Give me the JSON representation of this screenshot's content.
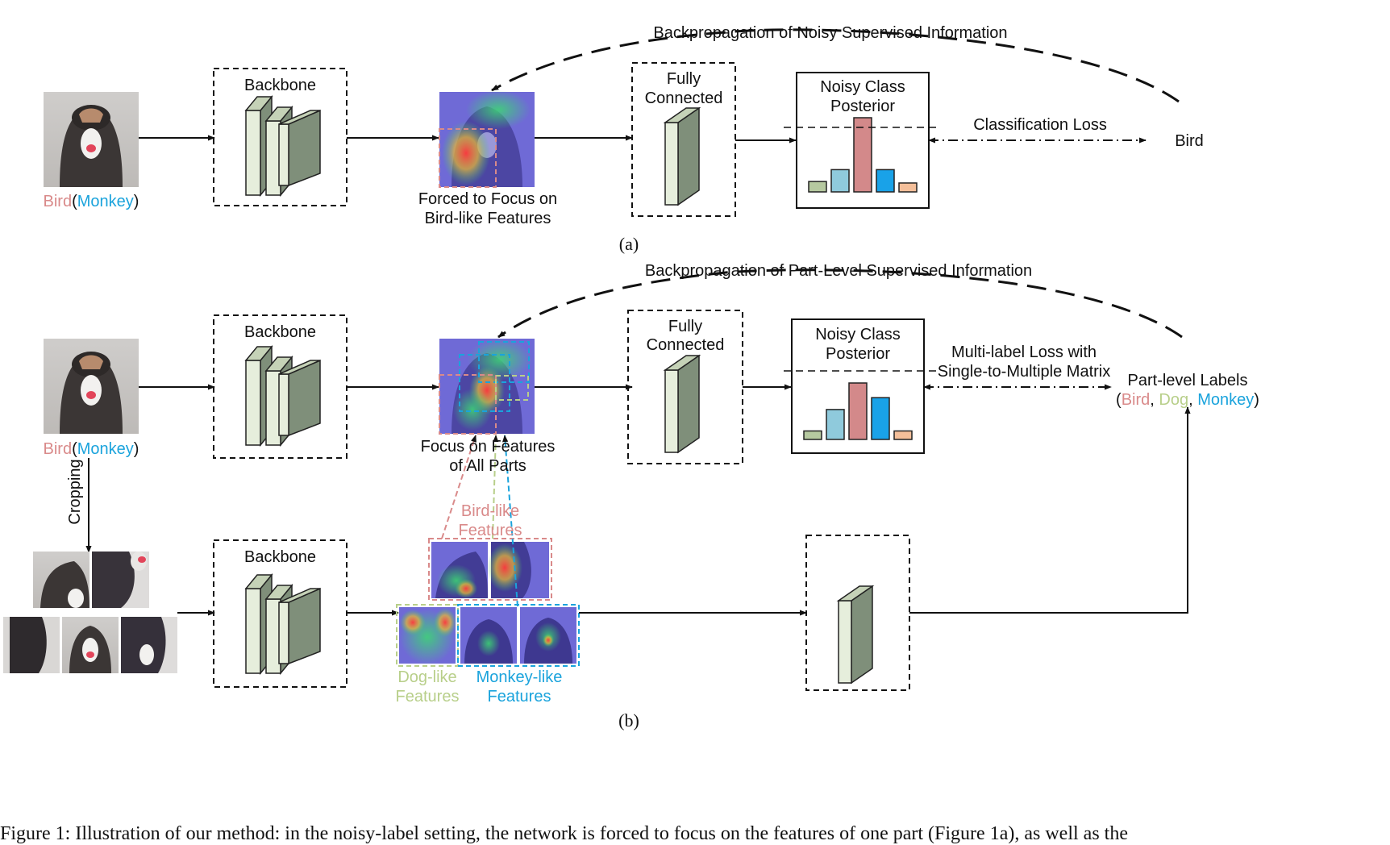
{
  "panel_a": {
    "input_label": {
      "bird": "Bird",
      "open": "(",
      "monkey": "Monkey",
      "close": ")"
    },
    "backbone": "Backbone",
    "fc_line1": "Fully",
    "fc_line2": "Connected",
    "feature_caption_line1": "Forced to Focus on",
    "feature_caption_line2": "Bird-like Features",
    "posterior_line1": "Noisy Class",
    "posterior_line2": "Posterior",
    "loss": "Classification Loss",
    "target": "Bird",
    "backprop": "Backpropagation of Noisy Supervised Information",
    "sublabel": "(a)"
  },
  "panel_b": {
    "input_label": {
      "bird": "Bird",
      "open": "(",
      "monkey": "Monkey",
      "close": ")"
    },
    "cropping": "Cropping",
    "backbone": "Backbone",
    "fc_line1": "Fully",
    "fc_line2": "Connected",
    "feature_caption_line1": "Focus on Features",
    "feature_caption_line2": "of All Parts",
    "posterior_line1": "Noisy Class",
    "posterior_line2": "Posterior",
    "loss_line1": "Multi-label Loss with",
    "loss_line2": "Single-to-Multiple Matrix",
    "target_title": "Part-level Labels",
    "target_labels": {
      "open": "(",
      "bird": "Bird",
      "sep1": ", ",
      "dog": "Dog",
      "sep2": ", ",
      "monkey": "Monkey",
      "close": ")"
    },
    "backprop": "Backpropagation of Part-Level Supervised Information",
    "bird_like_line1": "Bird-like",
    "bird_like_line2": "Features",
    "dog_like_line1": "Dog-like",
    "dog_like_line2": "Features",
    "monkey_like_line1": "Monkey-like",
    "monkey_like_line2": "Features",
    "sublabel": "(b)"
  },
  "caption_text": "Figure 1: Illustration of our method: in the noisy-label setting, the network is forced to focus on the features of one part (Figure 1a), as well as the",
  "colors": {
    "bird": "#d98a8a",
    "dog": "#b8cf8a",
    "monkey": "#1aa3dc",
    "bar_green": "#b6c9a0",
    "bar_light_blue": "#8fcadc",
    "bar_pink": "#d3898a",
    "bar_blue": "#19a2e8",
    "bar_orange": "#f4bf9a",
    "block_face": "#e6eedc",
    "block_side": "#7f8f7a"
  },
  "posterior_a": [
    0.14,
    0.3,
    1.0,
    0.3,
    0.12
  ],
  "posterior_b": [
    0.15,
    0.53,
    1.0,
    0.74,
    0.15
  ]
}
